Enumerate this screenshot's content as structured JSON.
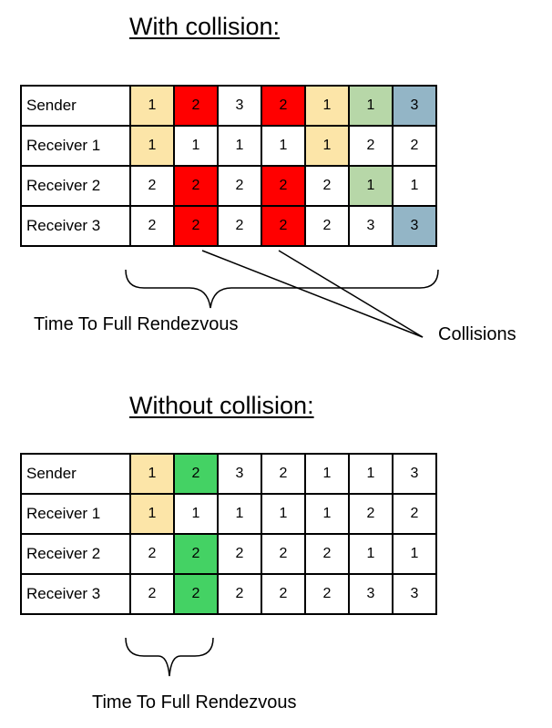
{
  "colors": {
    "yellow": "#fce5a8",
    "red": "#ff0000",
    "light_green": "#b7d7a8",
    "blue_gray": "#93b5c6",
    "green": "#44d264",
    "white": "#ffffff"
  },
  "with_collision": {
    "heading": "With collision:",
    "rows": [
      {
        "label": "Sender",
        "cells": [
          {
            "v": "1",
            "c": "yellow"
          },
          {
            "v": "2",
            "c": "red"
          },
          {
            "v": "3",
            "c": "white"
          },
          {
            "v": "2",
            "c": "red"
          },
          {
            "v": "1",
            "c": "yellow"
          },
          {
            "v": "1",
            "c": "light_green"
          },
          {
            "v": "3",
            "c": "blue_gray"
          }
        ]
      },
      {
        "label": "Receiver 1",
        "cells": [
          {
            "v": "1",
            "c": "yellow"
          },
          {
            "v": "1",
            "c": "white"
          },
          {
            "v": "1",
            "c": "white"
          },
          {
            "v": "1",
            "c": "white"
          },
          {
            "v": "1",
            "c": "yellow"
          },
          {
            "v": "2",
            "c": "white"
          },
          {
            "v": "2",
            "c": "white"
          }
        ]
      },
      {
        "label": "Receiver 2",
        "cells": [
          {
            "v": "2",
            "c": "white"
          },
          {
            "v": "2",
            "c": "red"
          },
          {
            "v": "2",
            "c": "white"
          },
          {
            "v": "2",
            "c": "red"
          },
          {
            "v": "2",
            "c": "white"
          },
          {
            "v": "1",
            "c": "light_green"
          },
          {
            "v": "1",
            "c": "white"
          }
        ]
      },
      {
        "label": "Receiver 3",
        "cells": [
          {
            "v": "2",
            "c": "white"
          },
          {
            "v": "2",
            "c": "red"
          },
          {
            "v": "2",
            "c": "white"
          },
          {
            "v": "2",
            "c": "red"
          },
          {
            "v": "2",
            "c": "white"
          },
          {
            "v": "3",
            "c": "white"
          },
          {
            "v": "3",
            "c": "blue_gray"
          }
        ]
      }
    ],
    "brace_caption": "Time To Full Rendezvous",
    "collisions_label": "Collisions"
  },
  "without_collision": {
    "heading": "Without collision:",
    "rows": [
      {
        "label": "Sender",
        "cells": [
          {
            "v": "1",
            "c": "yellow"
          },
          {
            "v": "2",
            "c": "green"
          },
          {
            "v": "3",
            "c": "white"
          },
          {
            "v": "2",
            "c": "white"
          },
          {
            "v": "1",
            "c": "white"
          },
          {
            "v": "1",
            "c": "white"
          },
          {
            "v": "3",
            "c": "white"
          }
        ]
      },
      {
        "label": "Receiver 1",
        "cells": [
          {
            "v": "1",
            "c": "yellow"
          },
          {
            "v": "1",
            "c": "white"
          },
          {
            "v": "1",
            "c": "white"
          },
          {
            "v": "1",
            "c": "white"
          },
          {
            "v": "1",
            "c": "white"
          },
          {
            "v": "2",
            "c": "white"
          },
          {
            "v": "2",
            "c": "white"
          }
        ]
      },
      {
        "label": "Receiver 2",
        "cells": [
          {
            "v": "2",
            "c": "white"
          },
          {
            "v": "2",
            "c": "green"
          },
          {
            "v": "2",
            "c": "white"
          },
          {
            "v": "2",
            "c": "white"
          },
          {
            "v": "2",
            "c": "white"
          },
          {
            "v": "1",
            "c": "white"
          },
          {
            "v": "1",
            "c": "white"
          }
        ]
      },
      {
        "label": "Receiver 3",
        "cells": [
          {
            "v": "2",
            "c": "white"
          },
          {
            "v": "2",
            "c": "green"
          },
          {
            "v": "2",
            "c": "white"
          },
          {
            "v": "2",
            "c": "white"
          },
          {
            "v": "2",
            "c": "white"
          },
          {
            "v": "3",
            "c": "white"
          },
          {
            "v": "3",
            "c": "white"
          }
        ]
      }
    ],
    "brace_caption": "Time To Full Rendezvous"
  }
}
